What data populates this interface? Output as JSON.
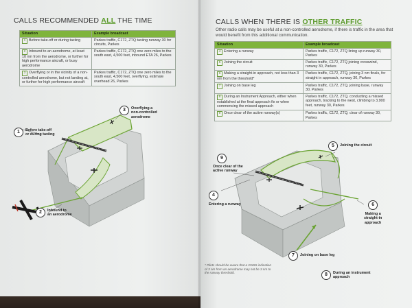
{
  "left_page": {
    "heading": {
      "pre": "CALLS RECOMMENDED ",
      "highlight": "ALL",
      "post": " THE TIME"
    },
    "table": {
      "headers": [
        "Situation",
        "Example broadcast"
      ],
      "rows": [
        {
          "num": "1",
          "situation": "Before take-off or during taxiing",
          "broadcast": "Parkes traffic, C172, ZTQ taxiing runway 30 for circuits, Parkes"
        },
        {
          "num": "2",
          "situation": "Inbound to an aerodrome, at least 10 nm from the aerodrome, or further for high performance aircraft, or busy aerodrome",
          "broadcast": "Parkes traffic, C172, ZTQ one zero miles to the south east, 4,500 feet, inbound ETA 26, Parkes"
        },
        {
          "num": "3",
          "situation": "Overflying or in the vicinity of a non-controlled aerodrome, but not landing at, or further for high performance aircraft",
          "broadcast": "Parkes traffic, C172, ZTQ one zero miles to the south east, 4,500 feet, overflying, estimate overhead 26, Parkes"
        }
      ]
    },
    "callouts": [
      {
        "num": "1",
        "label": "Before take-off\nor during taxiing"
      },
      {
        "num": "2",
        "label": "Inbound to\nan aerodrome"
      },
      {
        "num": "3",
        "label": "Overflying a\nnon-controlled\naerodrome"
      }
    ]
  },
  "right_page": {
    "heading": {
      "pre": "CALLS WHEN THERE IS ",
      "highlight": "OTHER TRAFFIC"
    },
    "intro": "Other radio calls may be useful at a non-controlled aerodrome, if there is traffic in the area that would benefit from this additional communication.",
    "table": {
      "headers": [
        "Situation",
        "Example broadcast"
      ],
      "rows": [
        {
          "num": "4",
          "situation": "Entering a runway",
          "broadcast": "Parkes traffic, C172, ZTQ lining up runway 30, Parkes"
        },
        {
          "num": "5",
          "situation": "Joining the circuit",
          "broadcast": "Parkes traffic, C172, ZTQ joining crosswind, runway 30, Parkes"
        },
        {
          "num": "6",
          "situation": "Making a straight-in approach, not less than 3 nm from the threshold*",
          "broadcast": "Parkes traffic, C172, ZTQ, joining 3 nm finals, for straight in approach, runway 30, Parkes"
        },
        {
          "num": "7",
          "situation": "Joining on base leg",
          "broadcast": "Parkes traffic, C172, ZTQ, joining base, runway 30, Parkes"
        },
        {
          "num": "8",
          "situation": "During an Instrument Approach, either when established at the final approach fix or when commencing the missed approach",
          "broadcast": "Parkes traffic, C172, ZTQ, conducting a missed approach, tracking to the west, climbing to 3,900 feet, runway 30, Parkes"
        },
        {
          "num": "9",
          "situation": "Once clear of the active runway(s)",
          "broadcast": "Parkes traffic, C172, ZTQ, clear of runway 30, Parkes"
        }
      ]
    },
    "callouts": [
      {
        "num": "9",
        "label": "Once clear of the\nactive runway"
      },
      {
        "num": "5",
        "label": "Joining the circuit"
      },
      {
        "num": "4",
        "label": "Entering a runway"
      },
      {
        "num": "6",
        "label": "Making a\nstraight-in\napproach"
      },
      {
        "num": "7",
        "label": "Joining on base leg"
      },
      {
        "num": "8",
        "label": "During an instrument\napproach"
      }
    ],
    "footnote": "* Pilots should be aware that a GNSS indication of 3 nm from an aerodrome may not be 3 nm to the runway threshold."
  },
  "colors": {
    "accent": "#7fb43c",
    "ribbon": "#c9cccb",
    "path": "#6aa332",
    "page": "#eceeed"
  }
}
